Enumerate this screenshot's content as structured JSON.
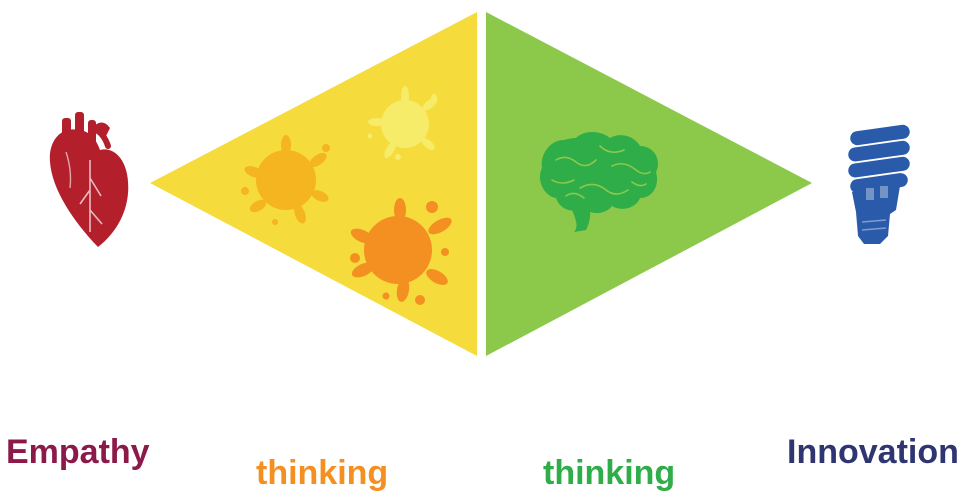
{
  "labels": {
    "empathy": "Empathy",
    "divergent": "thinking",
    "convergent": "thinking",
    "innovation": "Innovation"
  },
  "icons": {
    "start": "heart-icon",
    "divergent": "paint-splatter-icon",
    "convergent": "brain-icon",
    "end": "light-bulb-icon"
  },
  "colors": {
    "empathy": "#8b1a4a",
    "divergent": "#f39021",
    "convergent": "#2ead48",
    "innovation": "#2f3570",
    "heart": "#b3202b",
    "left_triangle": "#f5dc3c",
    "right_triangle": "#8cc84a",
    "brain": "#2ead48",
    "bulb": "#2a5bab",
    "splatter_light": "#f6ec6a",
    "splatter_mid": "#f4b520",
    "splatter_dark": "#f39021"
  }
}
